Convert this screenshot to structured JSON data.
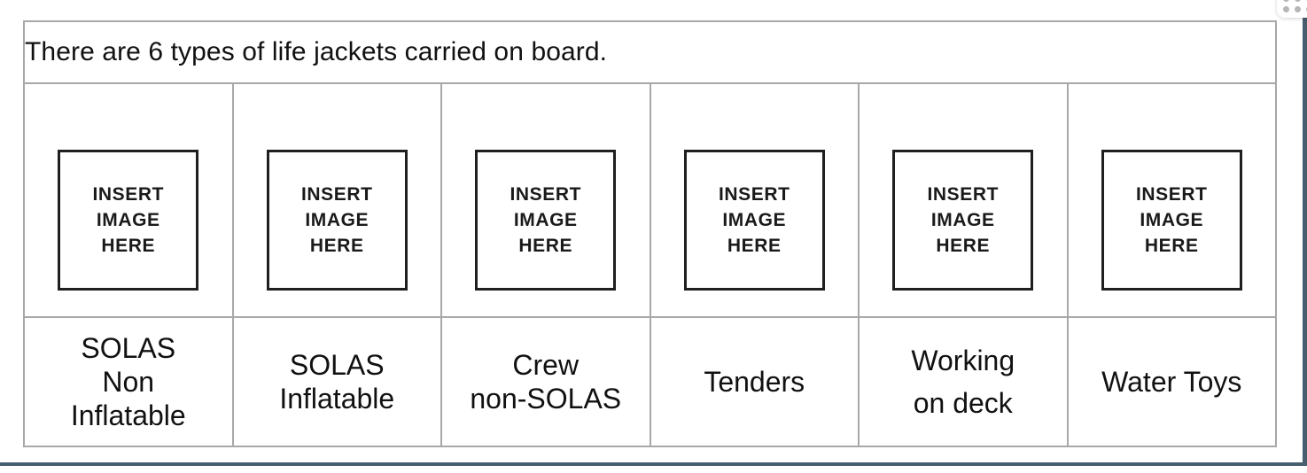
{
  "document": {
    "header_text": "There are 6 types of life jackets carried on board.",
    "placeholder_lines": [
      "INSERT",
      "IMAGE",
      "HERE"
    ],
    "columns": [
      {
        "index": 1,
        "placeholder_lines": [
          "INSERT",
          "IMAGE",
          "HERE"
        ],
        "label_lines": [
          "SOLAS",
          "Non",
          "Inflatable"
        ]
      },
      {
        "index": 2,
        "placeholder_lines": [
          "INSERT",
          "IMAGE",
          "HERE"
        ],
        "label_lines": [
          "SOLAS",
          "Inflatable"
        ]
      },
      {
        "index": 3,
        "placeholder_lines": [
          "INSERT",
          "IMAGE",
          "HERE"
        ],
        "label_lines": [
          "Crew",
          "non-SOLAS"
        ]
      },
      {
        "index": 4,
        "placeholder_lines": [
          "INSERT",
          "IMAGE",
          "HERE"
        ],
        "label_lines": [
          "Tenders"
        ]
      },
      {
        "index": 5,
        "placeholder_lines": [
          "INSERT",
          "IMAGE",
          "HERE"
        ],
        "label_lines": [
          "Working",
          "on deck"
        ]
      },
      {
        "index": 6,
        "placeholder_lines": [
          "INSERT",
          "IMAGE",
          "HERE"
        ],
        "label_lines": [
          "Water Toys"
        ]
      }
    ]
  },
  "chrome": {
    "dot_count": 6,
    "accent_color": "#475e6e",
    "table_border_color": "#a8a8a8",
    "image_box_border_color": "#1f1f1f",
    "text_color": "#111111"
  }
}
